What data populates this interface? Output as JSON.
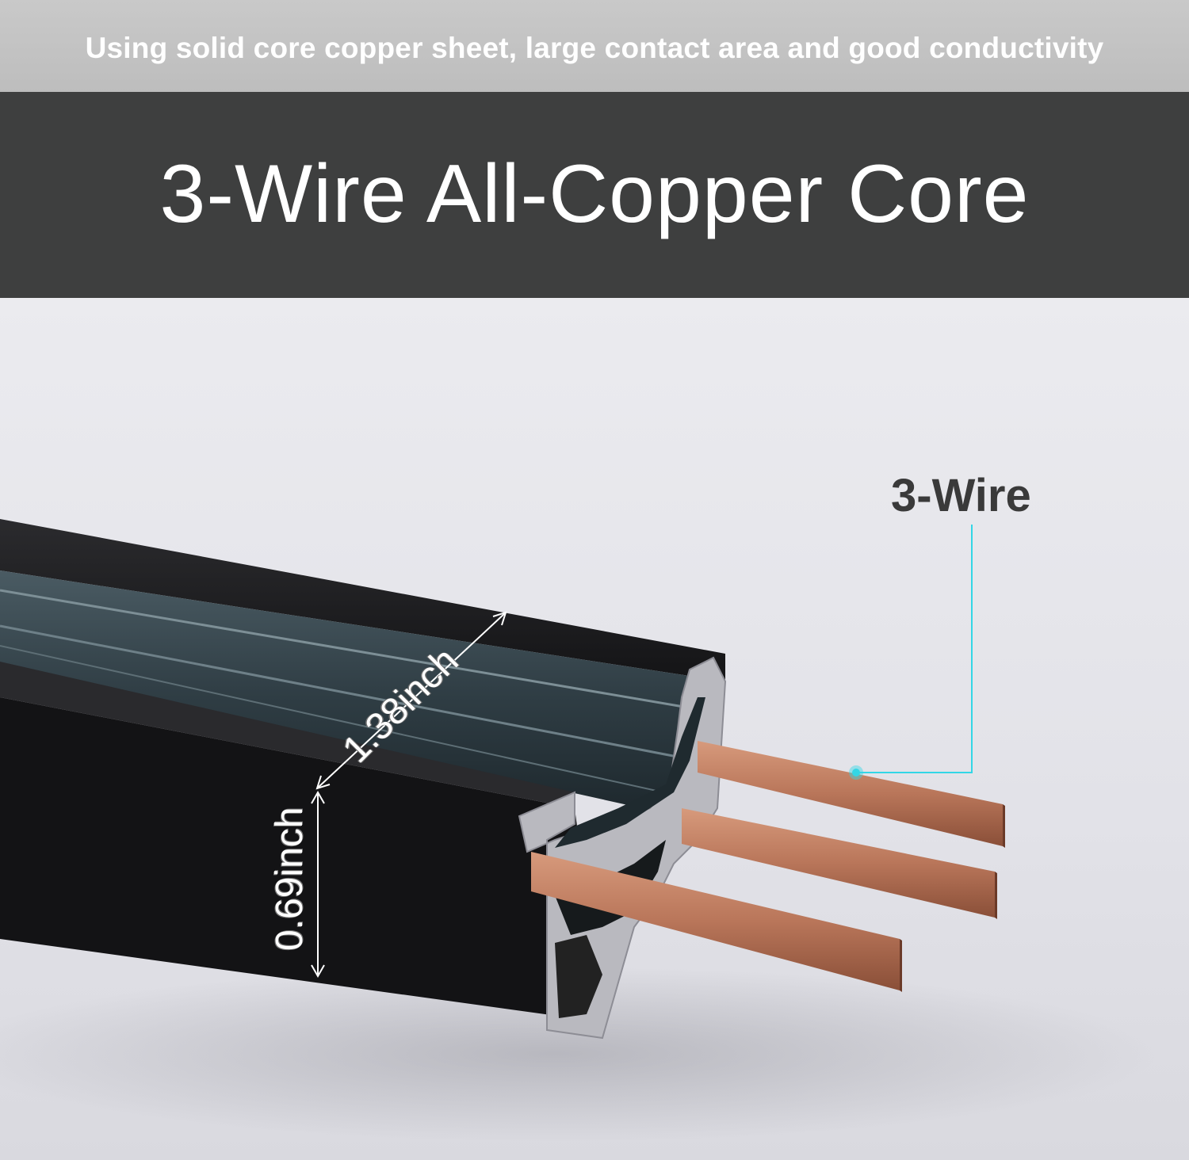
{
  "top_caption": "Using solid core copper sheet, large contact area and good conductivity",
  "headline": "3-Wire All-Copper Core",
  "callout_label": "3-Wire",
  "dimensions": {
    "width_label": "1.38inch",
    "height_label": "0.69inch"
  },
  "colors": {
    "caption_band": "#c4c4c4",
    "title_band": "#3e3f3f",
    "track_body": "#1a1a1c",
    "copper": "#b9765a",
    "callout_line": "#33d6e6"
  }
}
